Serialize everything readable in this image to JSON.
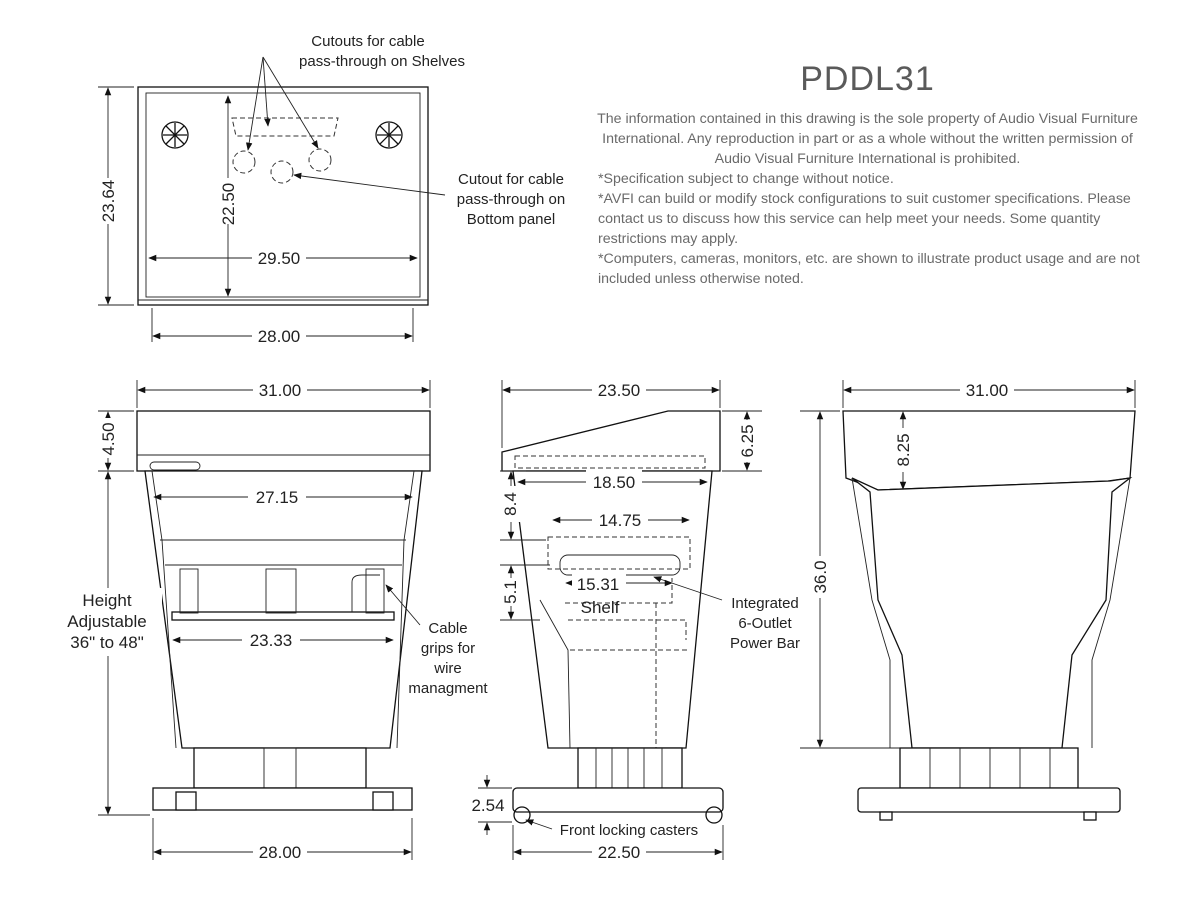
{
  "product_code": "PDDL31",
  "disclaimer": "The information contained in this drawing is the sole property of Audio Visual Furniture International. Any reproduction in part or as a whole without the written permission of Audio Visual Furniture International is prohibited.",
  "notes": [
    "*Specification subject to change without notice.",
    "*AVFI can build or modify stock configurations to suit customer specifications. Please contact us to discuss how this service can help meet your needs. Some quantity restrictions may apply.",
    "*Computers, cameras, monitors, etc. are shown to illustrate product usage and are not included unless otherwise noted."
  ],
  "top_view": {
    "callout_shelves_line1": "Cutouts for cable",
    "callout_shelves_line2": "pass-through on Shelves",
    "callout_bottom_line1": "Cutout for cable",
    "callout_bottom_line2": "pass-through on",
    "callout_bottom_line3": "Bottom panel",
    "dim_overall_depth": "23.64",
    "dim_inner_depth": "22.50",
    "dim_inner_width": "29.50",
    "dim_base_width": "28.00"
  },
  "front_view": {
    "dim_top_width": "31.00",
    "dim_top_height": "4.50",
    "dim_width_upper": "27.15",
    "dim_width_shelf": "23.33",
    "dim_base_width": "28.00",
    "height_label_line1": "Height",
    "height_label_line2": "Adjustable",
    "height_label_line3": "36\" to 48\"",
    "callout_grips_line1": "Cable",
    "callout_grips_line2": "grips for",
    "callout_grips_line3": "wire",
    "callout_grips_line4": "managment"
  },
  "side_view": {
    "dim_top_depth": "23.50",
    "dim_top_height": "6.25",
    "dim_inner_depth": "18.50",
    "dim_upper_gap": "8.4",
    "dim_power_bar": "14.75",
    "dim_shelf_depth": "15.31",
    "shelf_label": "Shelf",
    "dim_shelf_gap": "5.1",
    "dim_caster_height": "2.54",
    "dim_base_depth": "22.50",
    "callout_power_line1": "Integrated",
    "callout_power_line2": "6-Outlet",
    "callout_power_line3": "Power Bar",
    "callout_casters": "Front locking casters"
  },
  "back_view": {
    "dim_top_width": "31.00",
    "dim_top_depth": "8.25",
    "dim_height": "36.0"
  }
}
